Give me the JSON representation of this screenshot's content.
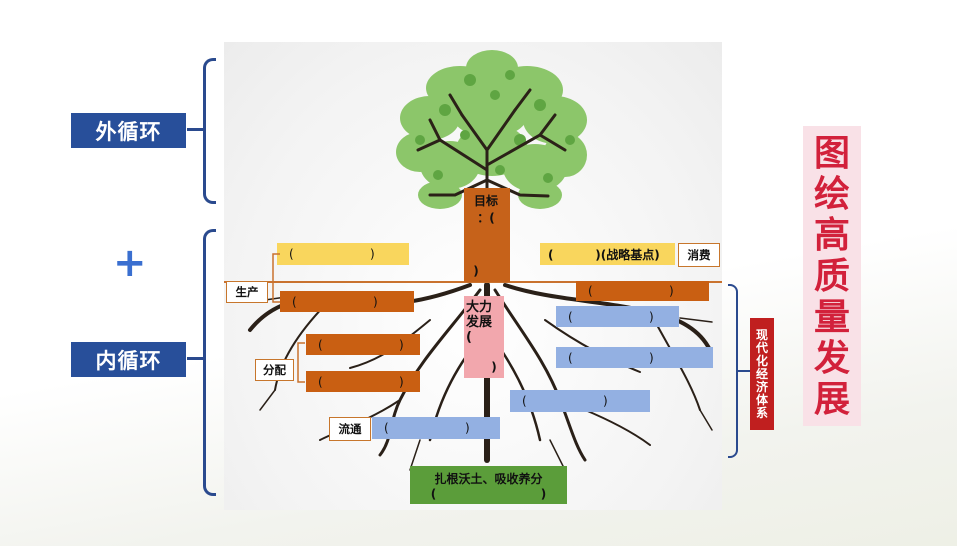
{
  "left": {
    "outer_loop": "外循环",
    "plus": "+",
    "inner_loop": "内循环"
  },
  "trunk": {
    "goal_label_line1": "目标",
    "goal_label_line2": "：(",
    "goal_label_line3": ")"
  },
  "root_center": {
    "line1": "大力",
    "line2": "发展",
    "line3": "(",
    "line4": ")"
  },
  "left_boxes": {
    "yellow_top": "(                    )",
    "orange_1": "(                    )",
    "orange_2": "(                    )",
    "orange_3": "(                    )",
    "blue_left": "(                    )"
  },
  "right_boxes": {
    "yellow_top": "(          )(战略基点)",
    "orange_1": "(                    )",
    "blue_1": "(                    )",
    "blue_2": "(                    )",
    "blue_3": "(                    )"
  },
  "tags": {
    "production": "生产",
    "distribution": "分配",
    "circulation": "流通",
    "consumption": "消费"
  },
  "bottom": {
    "line1": "扎根沃土、吸收养分",
    "line2": "(                         )"
  },
  "right_side": {
    "modern_economy": [
      "现",
      "代",
      "化",
      "经",
      "济",
      "体",
      "系"
    ],
    "title_chars": [
      "图",
      "绘",
      "高",
      "质",
      "量",
      "发",
      "展"
    ]
  },
  "colors": {
    "blue_label": "#284f9a",
    "yellow": "#f9d65d",
    "orange": "#c95f12",
    "light_blue": "#93b0e2",
    "pink": "#f2a7ad",
    "green": "#5b9d3a",
    "red": "#c01f1f",
    "title_red": "#d2213b"
  }
}
